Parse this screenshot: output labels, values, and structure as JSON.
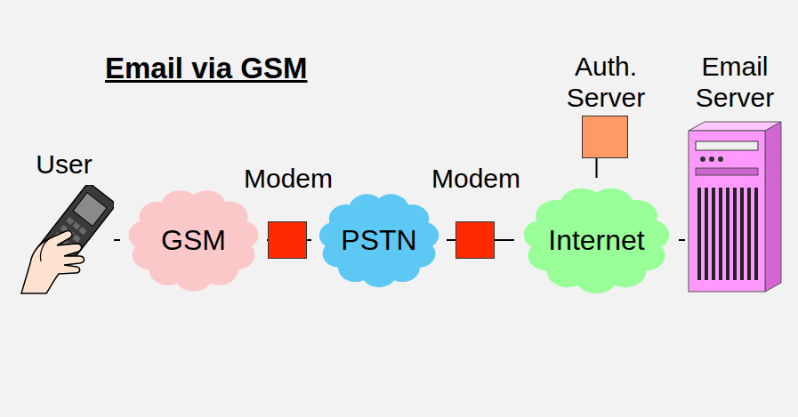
{
  "diagram": {
    "title": "Email via GSM",
    "nodes": [
      {
        "text": [
          "User"
        ]
      },
      {
        "text": [
          "GSM"
        ]
      },
      {
        "text": [
          "Modem"
        ]
      },
      {
        "text": [
          "PSTN"
        ]
      },
      {
        "text": [
          "Modem"
        ]
      },
      {
        "text": [
          "Auth. Server"
        ]
      },
      {
        "text": [
          "Internet"
        ]
      },
      {
        "text": [
          "Email Server"
        ]
      }
    ],
    "edges": [
      {
        "from": 0,
        "to": 1,
        "arrow": "none"
      },
      {
        "from": 1,
        "to": 2,
        "arrow": "none"
      },
      {
        "from": 2,
        "to": 3,
        "arrow": "none"
      },
      {
        "from": 3,
        "to": 4,
        "arrow": "none"
      },
      {
        "from": 4,
        "to": 6,
        "arrow": "none"
      },
      {
        "from": 6,
        "to": 5,
        "arrow": "none"
      },
      {
        "from": 6,
        "to": 7,
        "arrow": "none"
      }
    ]
  }
}
